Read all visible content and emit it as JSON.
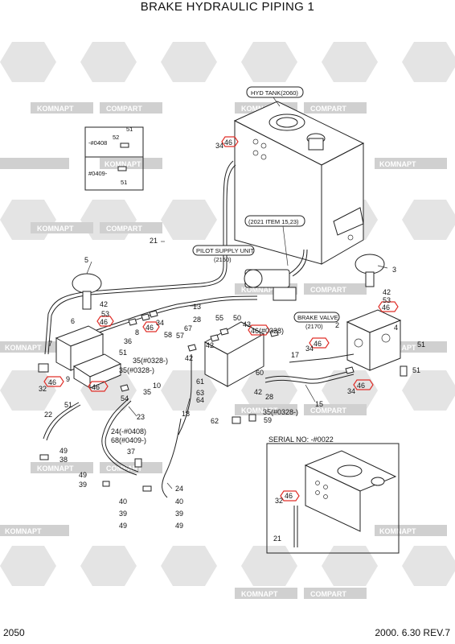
{
  "title": "BRAKE HYDRAULIC PIPING 1",
  "page_number": "2050",
  "revision": "2000. 6.30  REV.7",
  "watermark": {
    "text_a": "KOMNAPT",
    "text_b": "COMPART"
  },
  "colors": {
    "highlight": "#e0302a",
    "watermark": "#d0d0d0"
  },
  "annotations": {
    "hyd_tank": "HYD TANK(2060)",
    "item_2021": "(2021 ITEM 15,23)",
    "pilot_supply_unit": "PILOT SUPPLY UNIT",
    "pilot_supply_ref": "(2150)",
    "brake_valve": "BRAKE VALVE",
    "brake_valve_ref": "(2170)",
    "serial_no": "SERIAL NO: -#0022"
  },
  "inset": {
    "label_a": "-#0408",
    "label_b": "#0409-",
    "num_52": "52",
    "num_51a": "51",
    "num_51b": "51"
  },
  "callouts": {
    "c21": "21",
    "c5": "5",
    "c3": "3",
    "c13": "13",
    "c42a": "42",
    "c53a": "53",
    "c46a": "46",
    "c6": "6",
    "c7": "7",
    "c8": "8",
    "c9": "9",
    "c36": "36",
    "c51a": "51",
    "c34a": "34",
    "c46b": "46",
    "c58": "58",
    "c57": "57",
    "c67": "67",
    "c28a": "28",
    "c55": "55",
    "c50": "50",
    "c43": "43",
    "c46c": "46(#0328)",
    "c2": "2",
    "c4": "4",
    "c42b": "42",
    "c53b": "53",
    "c46d": "46",
    "c34b": "34",
    "c46e": "46",
    "c17": "17",
    "c51b": "51",
    "c51c": "51",
    "c34c": "34",
    "c46f": "46",
    "c15": "15",
    "c35a": "35(#0328-)",
    "c35b": "35(#0328-)",
    "c42c": "42",
    "c61": "61",
    "c63": "63",
    "c64": "64",
    "c42d": "42",
    "c28b": "28",
    "c60": "60",
    "c35c": "35(#0328-)",
    "c59": "59",
    "c62": "62",
    "c18": "18",
    "c10": "10",
    "c35d": "35",
    "c54": "54",
    "c46g": "46",
    "c32a": "32",
    "c46h": "46",
    "c51d": "51",
    "c22": "22",
    "c23": "23",
    "c24a": "24(-#0408)",
    "c68": "68(#0409-)",
    "c37": "37",
    "c38": "38",
    "c49a": "49",
    "c39a": "39",
    "c24b": "24",
    "c40": "40",
    "c39b": "39",
    "c49b": "49",
    "c46i": "46",
    "c34d": "34",
    "c46j": "46",
    "c32b": "32",
    "c21b": "21"
  }
}
